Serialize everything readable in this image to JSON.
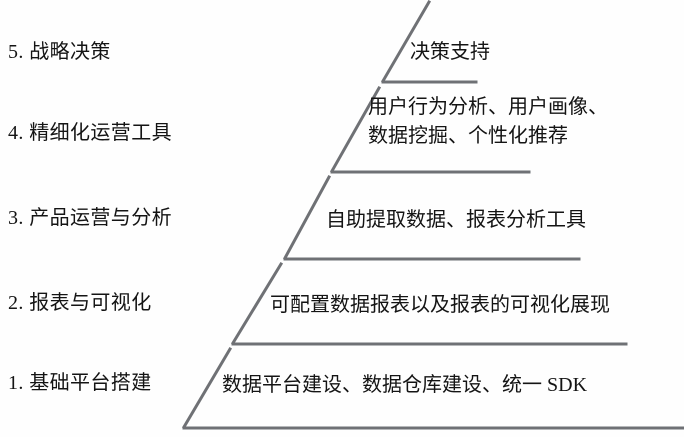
{
  "diagram": {
    "type": "pyramid",
    "title": "",
    "orientation": "left-labels-right-content",
    "line_color": "#6f7175",
    "text_color": "#141414",
    "background": "#fefefe",
    "tiers": [
      {
        "level": 5,
        "label": "5. 战略决策",
        "content": "决策支持",
        "content_lines": [
          "决策支持"
        ]
      },
      {
        "level": 4,
        "label": "4. 精细化运营工具",
        "content": "用户行为分析、用户画像、数据挖掘、个性化推荐",
        "content_lines": [
          "用户行为分析、用户画像、",
          "数据挖掘、个性化推荐"
        ]
      },
      {
        "level": 3,
        "label": "3. 产品运营与分析",
        "content": "自助提取数据、报表分析工具",
        "content_lines": [
          "自助提取数据、报表分析工具"
        ]
      },
      {
        "level": 2,
        "label": "2. 报表与可视化",
        "content": "可配置数据报表以及报表的可视化展现",
        "content_lines": [
          "可配置数据报表以及报表的可视化展现"
        ]
      },
      {
        "level": 1,
        "label": "1. 基础平台搭建",
        "content": "数据平台建设、数据仓库建设、统一 SDK",
        "content_lines": [
          "数据平台建设、数据仓库建设、统一 SDK"
        ]
      }
    ]
  }
}
